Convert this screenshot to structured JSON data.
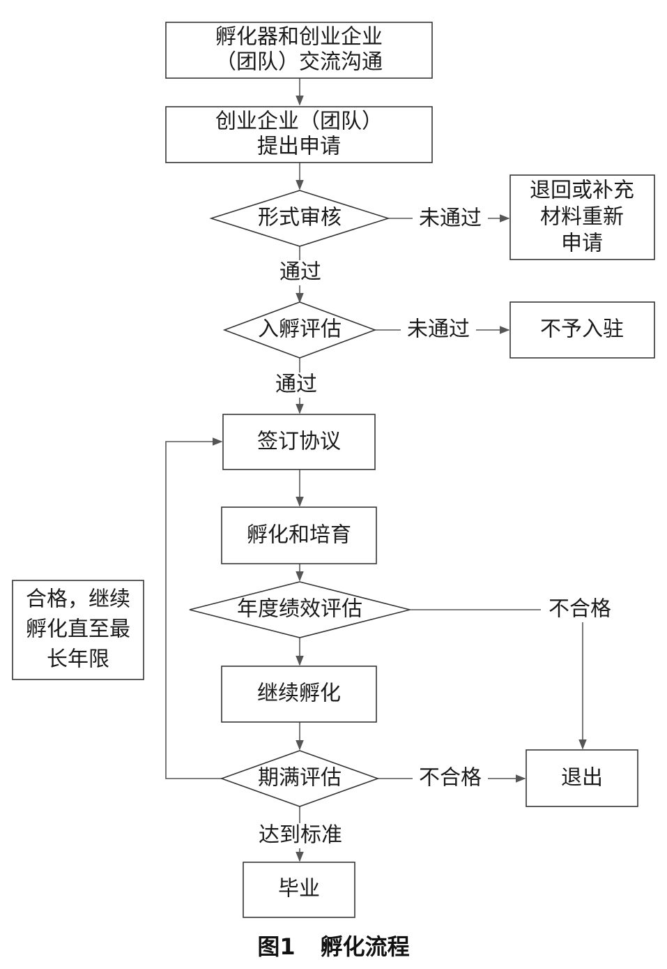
{
  "nodes": {
    "communicate": {
      "lines": [
        "孵化器和创业企业",
        "（团队）交流沟通"
      ]
    },
    "apply": {
      "lines": [
        "创业企业（团队）",
        "提出申请"
      ]
    },
    "formal_review": {
      "lines": [
        "形式审核"
      ]
    },
    "resubmit": {
      "lines": [
        "退回或补充",
        "材料重新",
        "申请"
      ]
    },
    "entry_eval": {
      "lines": [
        "入孵评估"
      ]
    },
    "reject": {
      "lines": [
        "不予入驻"
      ]
    },
    "sign": {
      "lines": [
        "签订协议"
      ]
    },
    "incubate": {
      "lines": [
        "孵化和培育"
      ]
    },
    "annual_eval": {
      "lines": [
        "年度绩效评估"
      ]
    },
    "continue": {
      "lines": [
        "继续孵化"
      ]
    },
    "term_eval": {
      "lines": [
        "期满评估"
      ]
    },
    "exit": {
      "lines": [
        "退出"
      ]
    },
    "graduate": {
      "lines": [
        "毕业"
      ]
    },
    "note": {
      "lines": [
        "合格，继续",
        "孵化直至最",
        "长年限"
      ]
    }
  },
  "edge_labels": {
    "formal_fail": "未通过",
    "formal_pass": "通过",
    "entry_fail": "未通过",
    "entry_pass": "通过",
    "annual_fail": "不合格",
    "term_fail": "不合格",
    "term_pass": "达到标准"
  },
  "caption": {
    "figure": "图1",
    "title": "孵化流程"
  }
}
